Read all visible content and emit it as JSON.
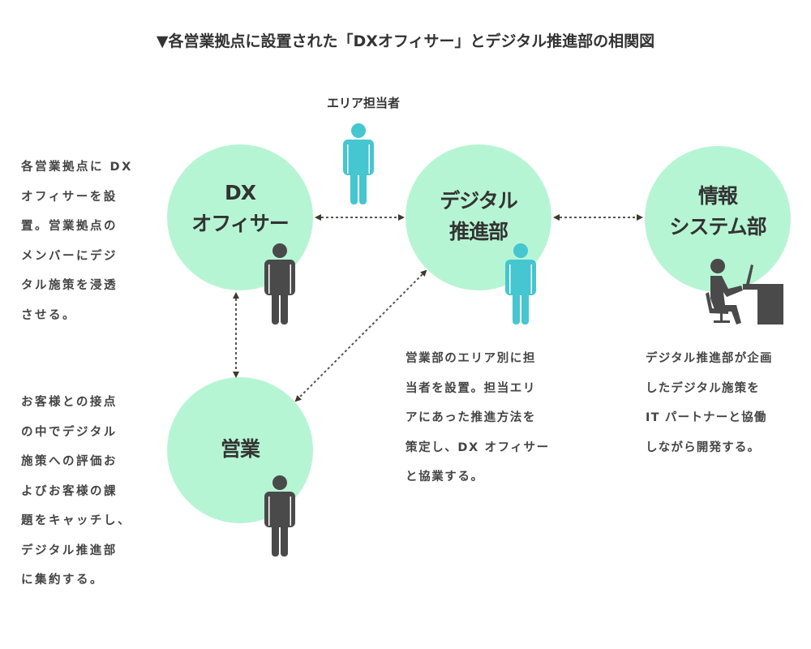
{
  "title": "▼各営業拠点に設置された「DXオフィサー」とデジタル推進部の相関図",
  "colors": {
    "circle_fill": "#b6f5d4",
    "dark_figure": "#4a4a4a",
    "teal_figure": "#45c6d0",
    "arrow": "#3d3a28",
    "text": "#333333"
  },
  "area_person": {
    "label": "エリア担当者",
    "icon": "person-icon"
  },
  "nodes": {
    "dx_officer": {
      "lines": [
        "DX",
        "オフィサー"
      ],
      "icon": "person-icon"
    },
    "digital_dept": {
      "lines": [
        "デジタル",
        "推進部"
      ],
      "icon": "person-icon"
    },
    "it_dept": {
      "lines": [
        "情報",
        "システム部"
      ],
      "icon": "desk-worker-icon"
    },
    "sales": {
      "lines": [
        "営業"
      ],
      "icon": "person-icon"
    }
  },
  "descriptions": {
    "dx_officer": [
      "各営業拠点に DX",
      "オフィサーを設",
      "置。営業拠点の",
      "メンバーにデジ",
      "タル施策を浸透",
      "させる。"
    ],
    "sales": [
      "お客様との接点",
      "の中でデジタル",
      "施策への評価お",
      "よびお客様の課",
      "題をキャッチし、",
      "デジタル推進部",
      "に集約する。"
    ],
    "digital_dept": [
      "営業部のエリア別に担",
      "当者を設置。担当エリ",
      "アにあった推進方法を",
      "策定し、DX オフィサー",
      "と協業する。"
    ],
    "it_dept": [
      "デジタル推進部が企画",
      "したデジタル施策を",
      "IT パートナーと協働",
      "しながら開発する。"
    ]
  },
  "connections": [
    {
      "from": "dx_officer",
      "to": "digital_dept",
      "style": "dotted-bidirectional"
    },
    {
      "from": "digital_dept",
      "to": "it_dept",
      "style": "dotted-bidirectional"
    },
    {
      "from": "dx_officer",
      "to": "sales",
      "style": "dotted-bidirectional"
    },
    {
      "from": "digital_dept",
      "to": "sales",
      "style": "dotted-bidirectional"
    }
  ]
}
